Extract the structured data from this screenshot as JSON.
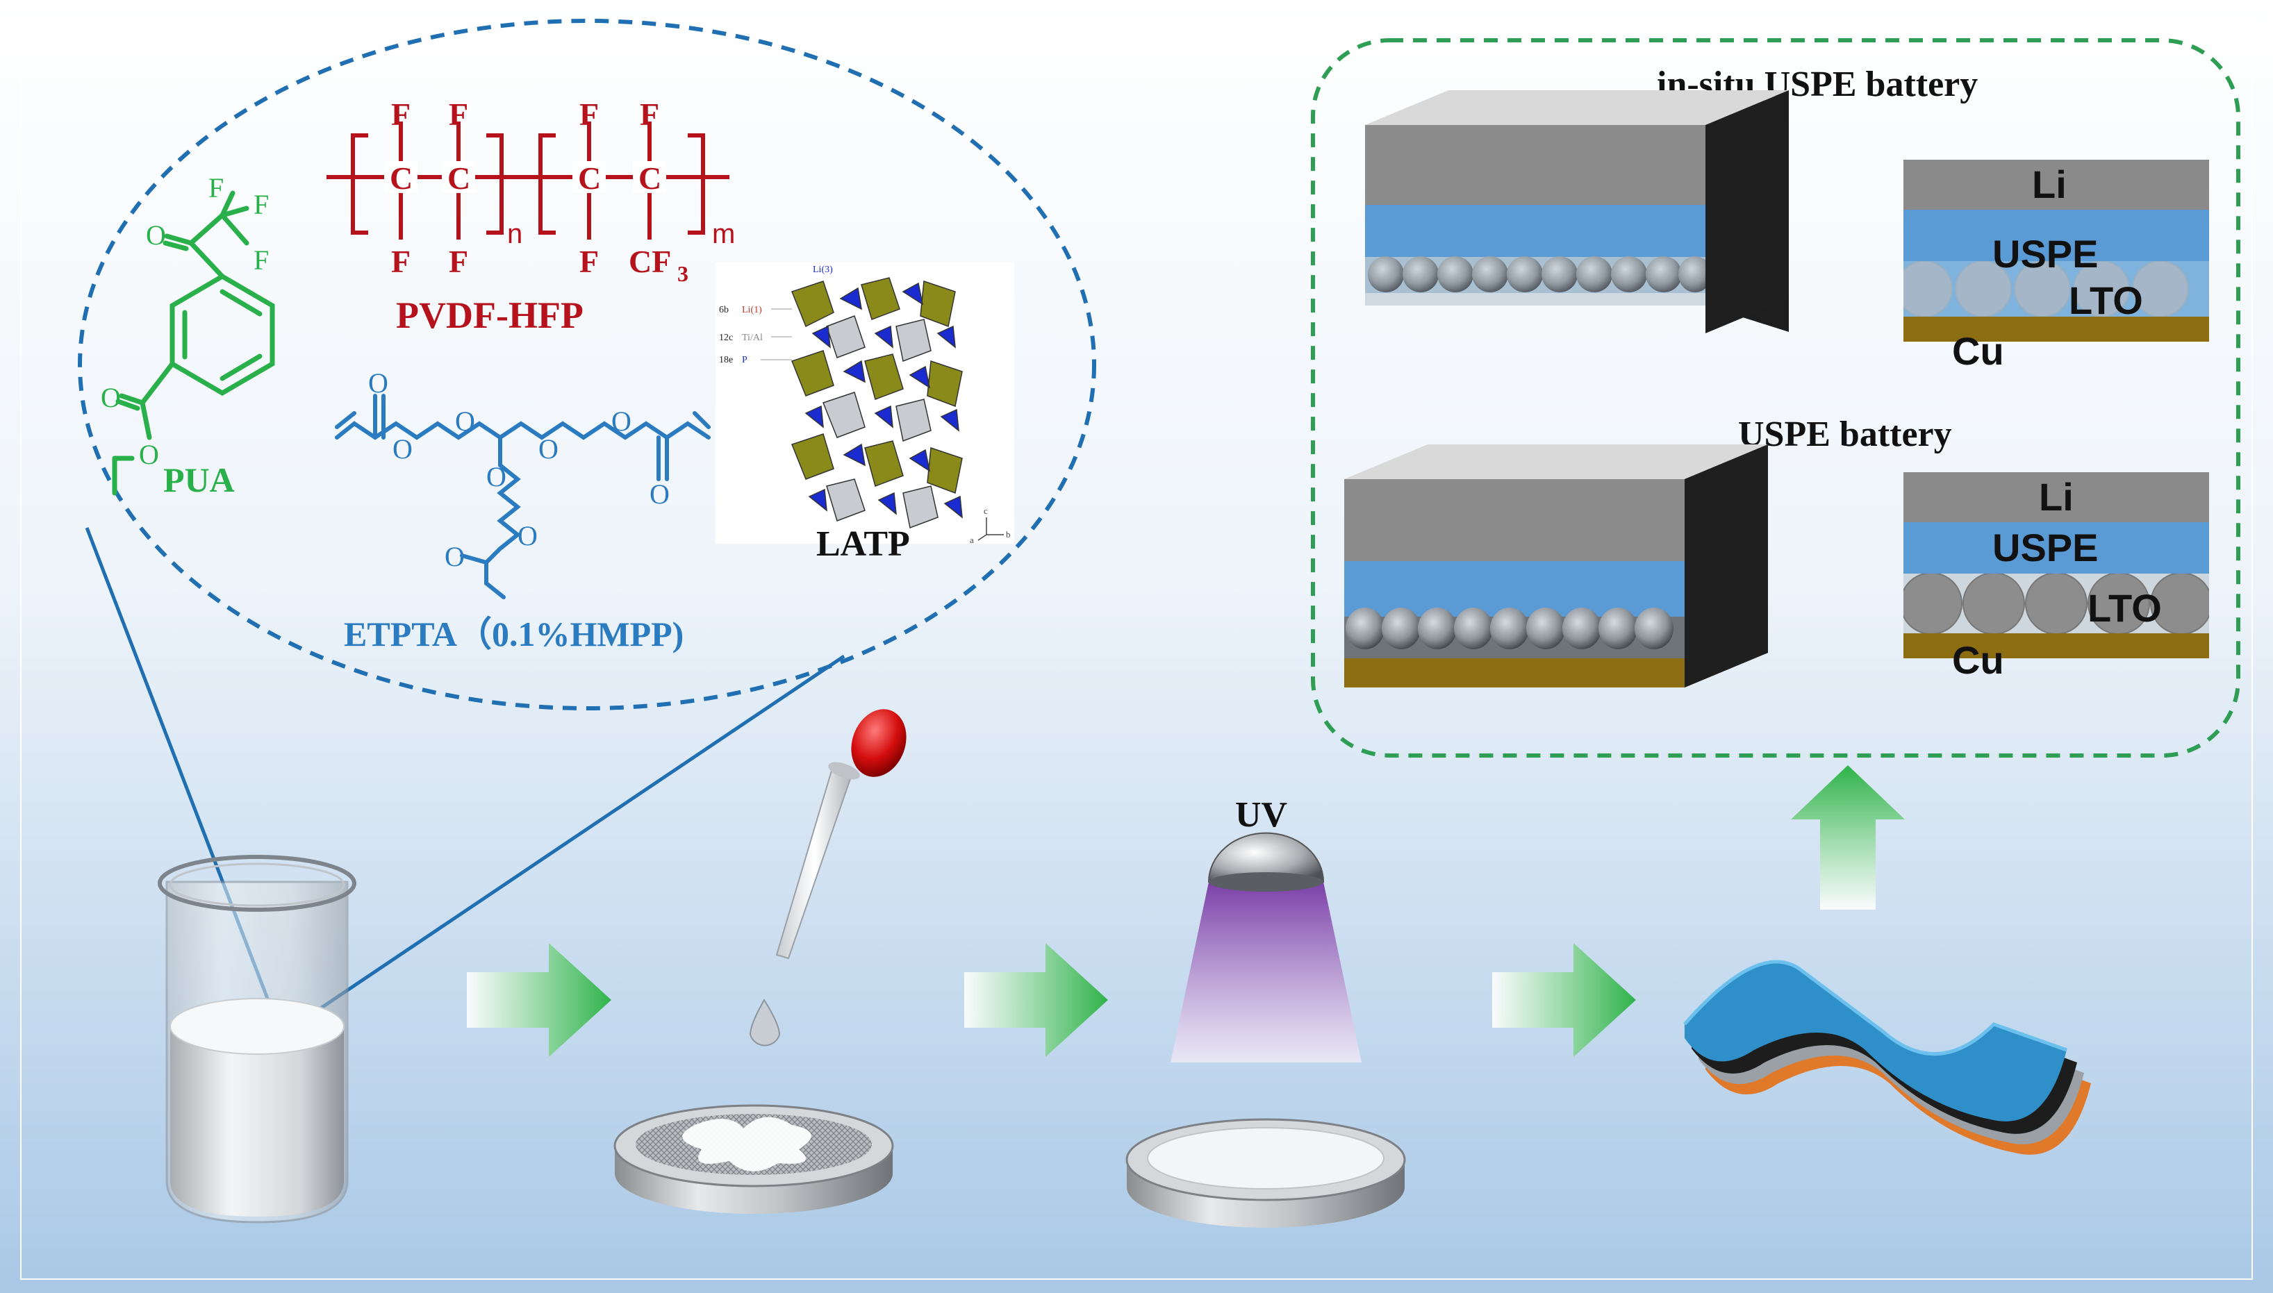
{
  "molecules": {
    "pua_label": "PUA",
    "pvdf_label": "PVDF-HFP",
    "etpta_label": "ETPTA（0.1%HMPP)",
    "latp_label": "LATP",
    "atom_c": "C",
    "atom_f": "F",
    "atom_o": "O",
    "cf3": "CF",
    "cf3_sub": "3",
    "sub_n": "n",
    "sub_m": "m",
    "latp_sites": [
      "6b",
      "12c",
      "18e"
    ],
    "latp_species": [
      "Li(1)",
      "Ti/Al",
      "P"
    ],
    "latp_top_site": "Li(3)",
    "latp_axes": [
      "a",
      "b",
      "c"
    ]
  },
  "process": {
    "uv_label": "UV"
  },
  "batteries": {
    "insitu_title": "in-situ USPE battery",
    "uspe_title": "USPE battery",
    "layers": [
      "Li",
      "USPE",
      "LTO",
      "Cu"
    ]
  },
  "colors": {
    "dashed_blue": "#1f6fb2",
    "dashed_green": "#2f9e55",
    "pvdf_red": "#b5121b",
    "pua_green": "#2ab04a",
    "etpta_blue": "#2a7bc0",
    "arrow_green": "#35b24a",
    "li_gray": "#8a8a8a",
    "uspe_blue": "#5b9bd5",
    "cu_brown": "#8c6d12",
    "latp_olive": "#8a8a1a",
    "latp_blue": "#1a2bd0"
  }
}
